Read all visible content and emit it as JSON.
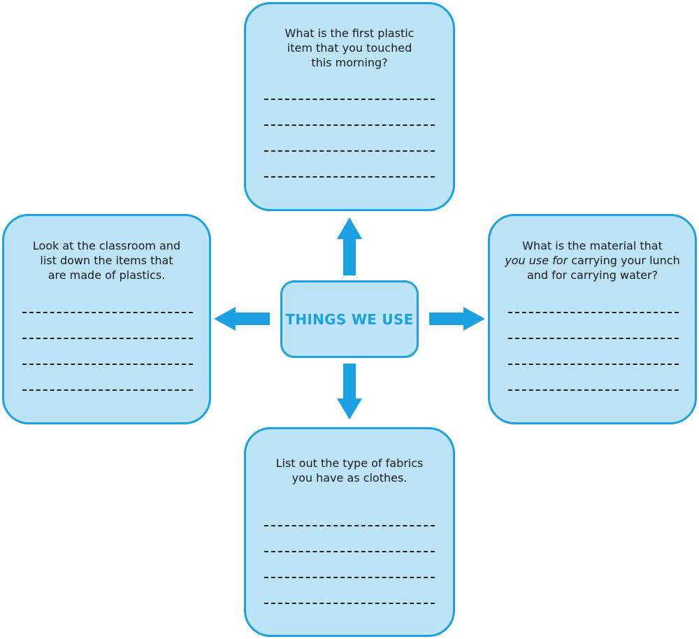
{
  "center": {
    "title": "THINGS WE USE"
  },
  "boxes": {
    "top": {
      "prompt_lines": [
        "What is the first plastic",
        "item that you touched",
        "this morning?"
      ],
      "answer_lines": 4
    },
    "left": {
      "prompt_lines": [
        "Look at the classroom and",
        "list down the items that",
        "are made of plastics."
      ],
      "answer_lines": 4
    },
    "right": {
      "prompt_line1": "What is the material that",
      "prompt_line2_italic": "you use for",
      "prompt_line2_rest": " carrying your lunch",
      "prompt_line3": "and for carrying water?",
      "answer_lines": 4
    },
    "bottom": {
      "prompt_lines": [
        "List out the type of fabrics",
        "you have as clothes."
      ],
      "answer_lines": 4
    }
  },
  "colors": {
    "accent": "#1ba1e2",
    "box_fill": "#bde3f7",
    "text": "#1a1a1a"
  },
  "icons": [
    "arrow-up-icon",
    "arrow-left-icon",
    "arrow-right-icon",
    "arrow-down-icon"
  ]
}
